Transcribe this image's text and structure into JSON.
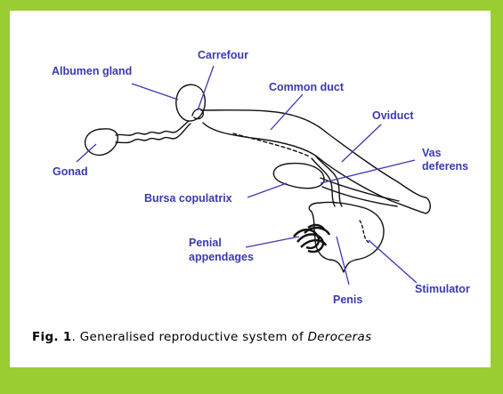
{
  "labels": {
    "carrefour": "Carrefour",
    "albumen_gland": "Albumen gland",
    "common_duct": "Common duct",
    "oviduct": "Oviduct",
    "vas_deferens_1": "Vas",
    "vas_deferens_2": "deferens",
    "gonad": "Gonad",
    "bursa_copulatrix": "Bursa copulatrix",
    "penial_appendages_1": "Penial",
    "penial_appendages_2": "appendages",
    "penis": "Penis",
    "stimulator": "Stimulator"
  },
  "caption": {
    "fig_label": "Fig. 1",
    "text": ". Generalised  reproductive system of ",
    "genus": "Deroceras"
  },
  "colors": {
    "frame_border": "#9acd32",
    "label_color": "#3a3ab0",
    "pointer_color": "#3a3ab0"
  }
}
